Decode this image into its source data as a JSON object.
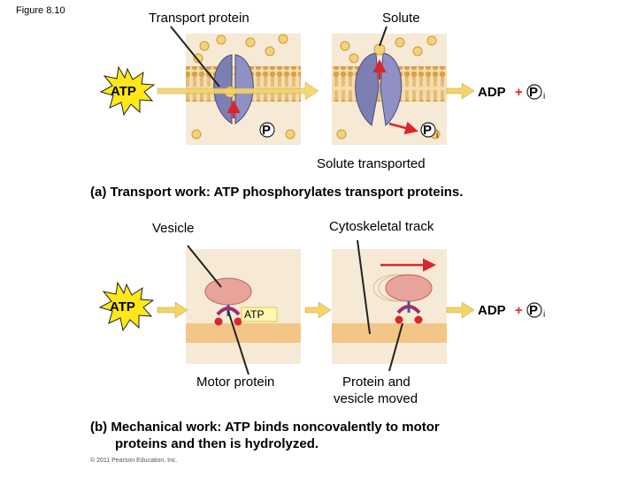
{
  "figure_label": "Figure 8.10",
  "panel_a": {
    "label_transport_protein": "Transport protein",
    "label_solute": "Solute",
    "atp": "ATP",
    "adp": "ADP",
    "plus": "+",
    "p": "P",
    "i": "i",
    "label_solute_transported": "Solute transported",
    "caption": "(a) Transport work: ATP phosphorylates transport proteins."
  },
  "panel_b": {
    "label_vesicle": "Vesicle",
    "label_cytoskeletal_track": "Cytoskeletal track",
    "atp": "ATP",
    "atp_bound": "ATP",
    "adp": "ADP",
    "plus": "+",
    "p": "P",
    "i": "i",
    "label_motor_protein": "Motor protein",
    "label_protein_moved_line1": "Protein and",
    "label_protein_moved_line2": "vesicle moved",
    "caption_line1": "(b) Mechanical work: ATP binds noncovalently to motor",
    "caption_line2": "proteins and then is hydrolyzed."
  },
  "copyright": "© 2011 Pearson Education, Inc.",
  "colors": {
    "membrane": "#f2c98a",
    "lipid_head": "#d9a04a",
    "protein": "#7d7fb3",
    "solute": "#f3d27a",
    "arrow_red": "#d8262b",
    "starburst": "#ffe81a",
    "track": "#f3c586",
    "vesicle": "#e8a39a",
    "panel_bg": "#f6ead6"
  }
}
